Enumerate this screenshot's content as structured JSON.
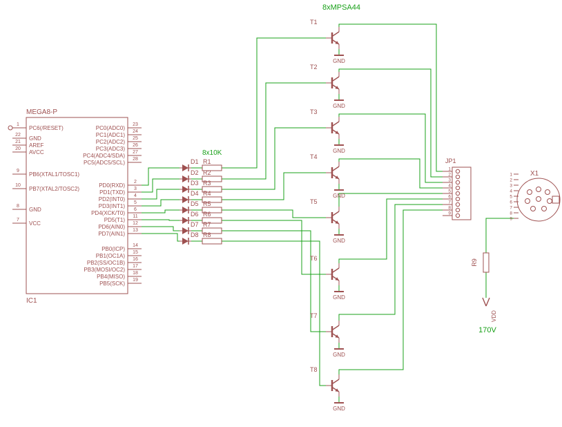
{
  "schematic": {
    "colors": {
      "symbol": "#9e5050",
      "wire": "#18a018",
      "value": "#18a018",
      "background": "#ffffff"
    },
    "ic": {
      "designator": "IC1",
      "value": "MEGA8-P",
      "left_pins": [
        {
          "num": "1",
          "name": "PC6(/RESET)"
        },
        {
          "num": "22",
          "name": "GND"
        },
        {
          "num": "21",
          "name": "AREF"
        },
        {
          "num": "20",
          "name": "AVCC"
        },
        {
          "num": "9",
          "name": "PB6(XTAL1/TOSC1)"
        },
        {
          "num": "10",
          "name": "PB7(XTAL2/TOSC2)"
        },
        {
          "num": "8",
          "name": "GND"
        },
        {
          "num": "7",
          "name": "VCC"
        }
      ],
      "right_pins": [
        {
          "num": "23",
          "name": "PC0(ADC0)"
        },
        {
          "num": "24",
          "name": "PC1(ADC1)"
        },
        {
          "num": "25",
          "name": "PC2(ADC2)"
        },
        {
          "num": "26",
          "name": "PC3(ADC3)"
        },
        {
          "num": "27",
          "name": "PC4(ADC4/SDA)"
        },
        {
          "num": "28",
          "name": "PC5(ADC5/SCL)"
        },
        {
          "num": "2",
          "name": "PD0(RXD)"
        },
        {
          "num": "3",
          "name": "PD1(TXD)"
        },
        {
          "num": "4",
          "name": "PD2(INT0)"
        },
        {
          "num": "5",
          "name": "PD3(INT1)"
        },
        {
          "num": "6",
          "name": "PD4(XCK/T0)"
        },
        {
          "num": "11",
          "name": "PD5(T1)"
        },
        {
          "num": "12",
          "name": "PD6(AIN0)"
        },
        {
          "num": "13",
          "name": "PD7(AIN1)"
        },
        {
          "num": "14",
          "name": "PB0(ICP)"
        },
        {
          "num": "15",
          "name": "PB1(OC1A)"
        },
        {
          "num": "16",
          "name": "PB2(SS/OC1B)"
        },
        {
          "num": "17",
          "name": "PB3(MOSI/OC2)"
        },
        {
          "num": "18",
          "name": "PB4(MISO)"
        },
        {
          "num": "19",
          "name": "PB5(SCK)"
        }
      ]
    },
    "diodes": [
      "D1",
      "D2",
      "D3",
      "D4",
      "D5",
      "D6",
      "D7",
      "D8"
    ],
    "resistors": [
      "R1",
      "R2",
      "R3",
      "R4",
      "R5",
      "R6",
      "R7",
      "R8"
    ],
    "resistor_value": "8x10K",
    "transistors": [
      "T1",
      "T2",
      "T3",
      "T4",
      "T5",
      "T6",
      "T7",
      "T8"
    ],
    "transistor_value": "8xMPSA44",
    "gnd_label": "GND",
    "jp1": {
      "designator": "JP1",
      "pin_numbers": [
        "1",
        "2",
        "3",
        "4",
        "5",
        "6",
        "7",
        "8",
        "9"
      ]
    },
    "x1": {
      "designator": "X1",
      "pin_numbers": [
        "1",
        "2",
        "3",
        "4",
        "5",
        "6",
        "7",
        "8",
        "9"
      ]
    },
    "r9": {
      "designator": "R9"
    },
    "supply": {
      "name": "VDD",
      "value": "170V"
    }
  }
}
